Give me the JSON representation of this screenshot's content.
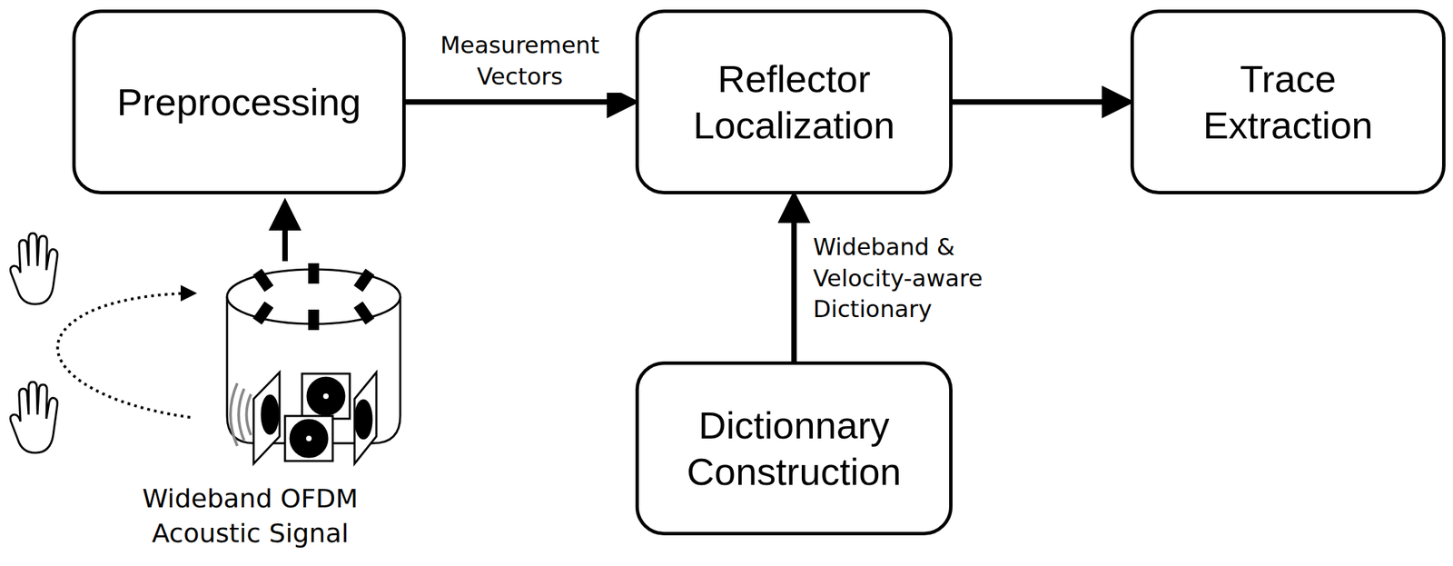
{
  "diagram": {
    "nodes": [
      {
        "text": [
          "Preprocessing"
        ]
      },
      {
        "text": [
          "Reflector Localization"
        ]
      },
      {
        "text": [
          "Trace Extraction"
        ]
      },
      {
        "text": [
          "Dictionnary Construction"
        ]
      }
    ],
    "edges": [
      {
        "from": 0,
        "to": 1,
        "arrow": "to",
        "label": "Measurement Vectors"
      },
      {
        "from": 1,
        "to": 2,
        "arrow": "to"
      },
      {
        "from": 3,
        "to": 1,
        "arrow": "to",
        "label": "Wideband & Velocity-aware Dictionary"
      }
    ],
    "labels": [
      "Wideband OFDM Acoustic Signal"
    ]
  }
}
